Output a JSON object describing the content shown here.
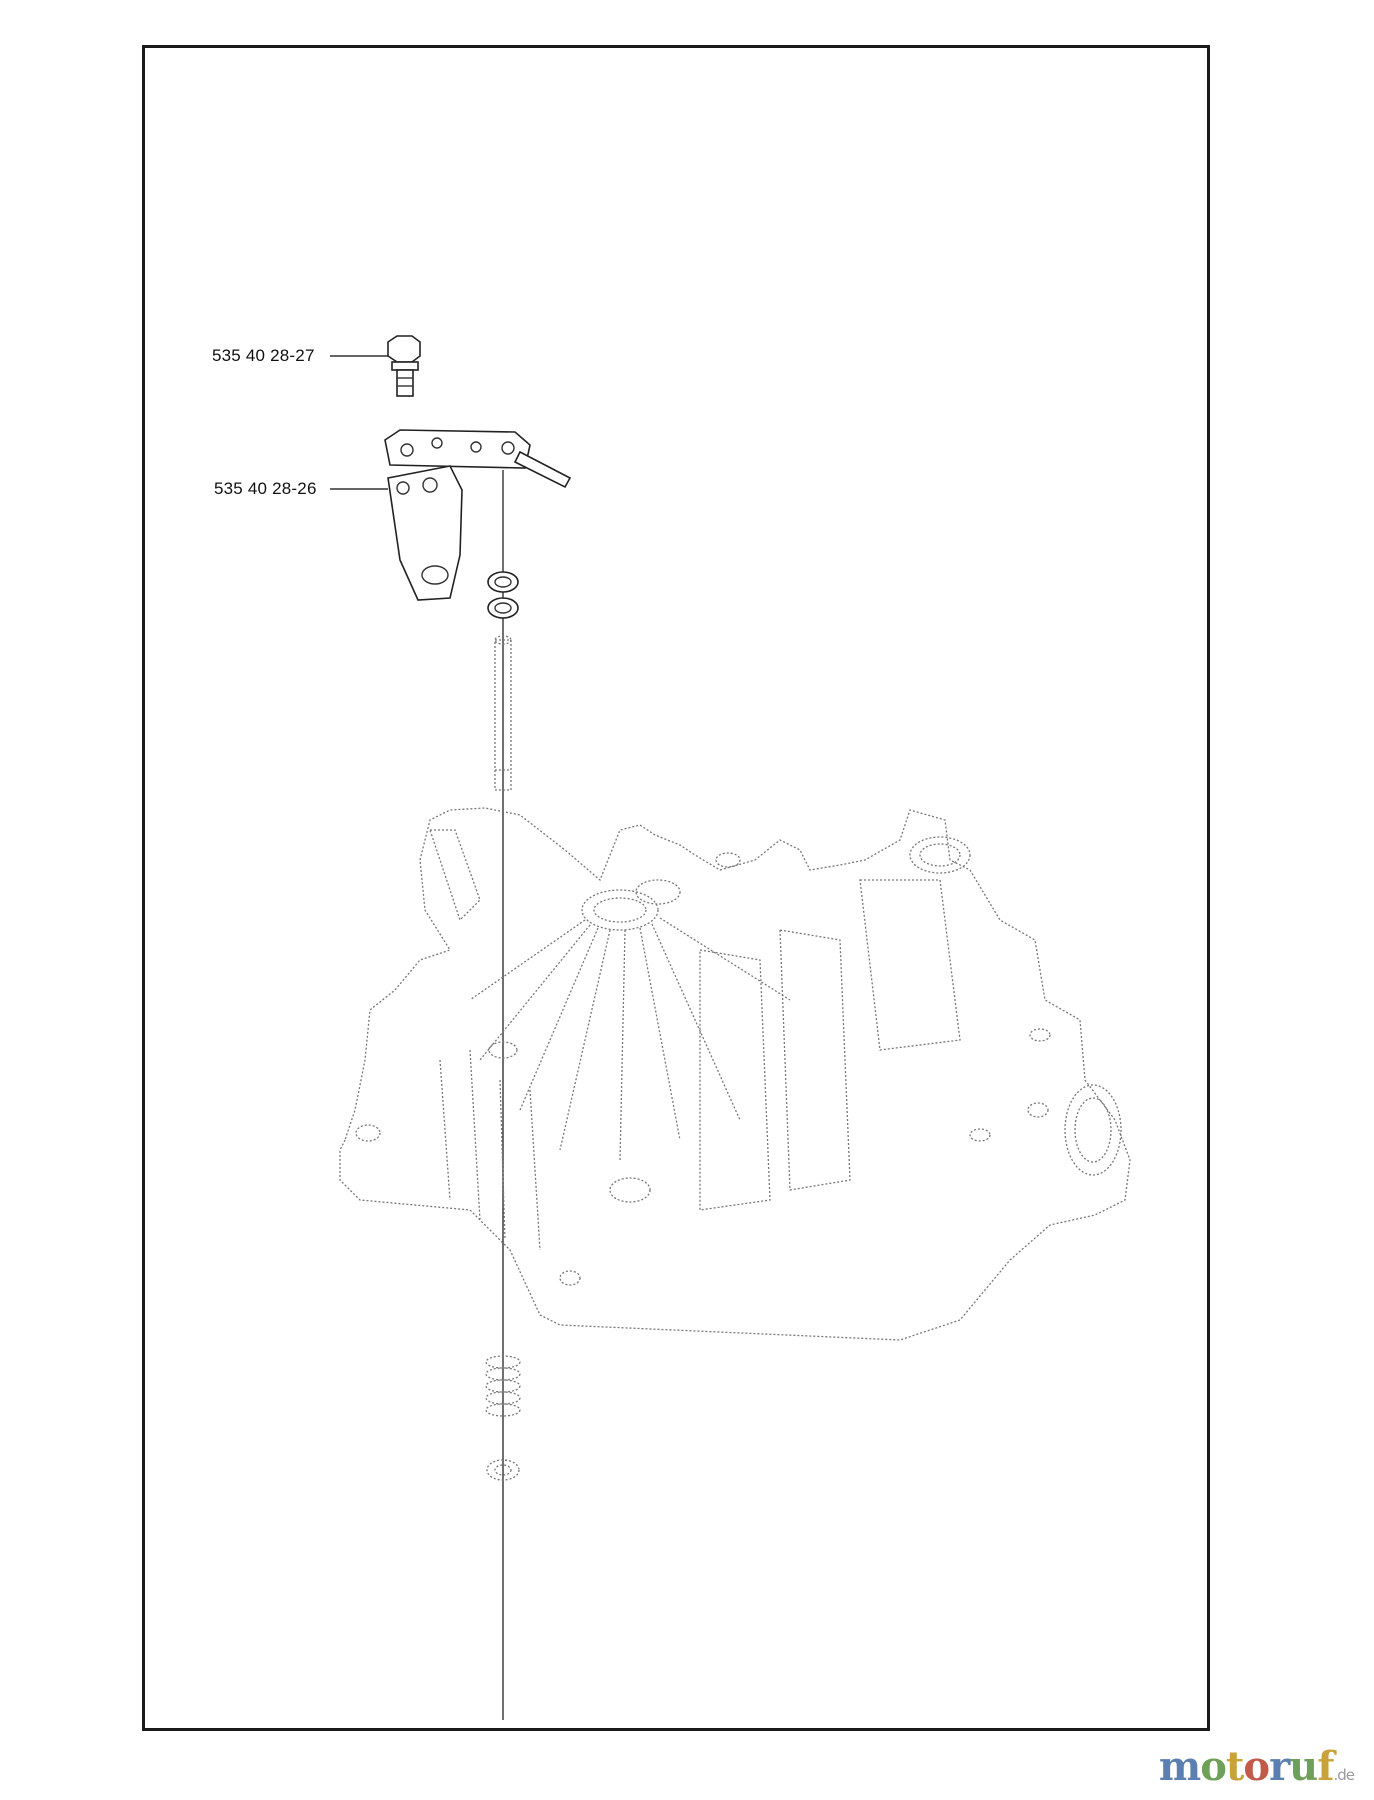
{
  "callouts": [
    {
      "part_number": "535 40 28-27"
    },
    {
      "part_number": "535 40 28-26"
    }
  ],
  "watermark": {
    "letters": [
      {
        "char": "m",
        "color": "#5b7fb0"
      },
      {
        "char": "o",
        "color": "#6fa05a"
      },
      {
        "char": "t",
        "color": "#c9a23a"
      },
      {
        "char": "o",
        "color": "#c05a4a"
      },
      {
        "char": "r",
        "color": "#5b7fb0"
      },
      {
        "char": "u",
        "color": "#6fa05a"
      },
      {
        "char": "f",
        "color": "#c9a23a"
      }
    ],
    "suffix": ".de"
  }
}
